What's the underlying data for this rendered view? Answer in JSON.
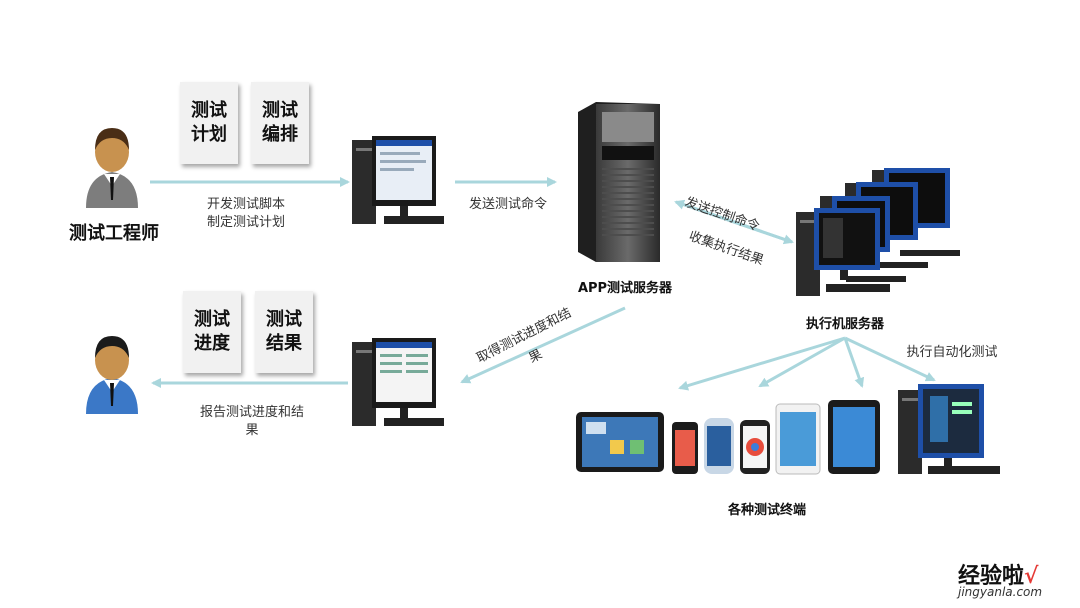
{
  "actors": {
    "engineer_label": "测试工程师",
    "engineer_label_2": "师"
  },
  "notes": {
    "plan": "测试计划",
    "arrange": "测试编排",
    "progress": "测试进度",
    "result": "测试结果"
  },
  "nodes": {
    "app_server": "APP测试服务器",
    "exec_server": "执行机服务器",
    "terminals": "各种测试终端"
  },
  "edges": {
    "develop_script": "开发测试脚本",
    "make_plan": "制定测试计划",
    "send_command": "发送测试命令",
    "send_control": "发送控制命令",
    "collect_results": "收集执行结果",
    "get_progress": "取得测试进度和结",
    "get_progress_2": "果",
    "run_auto_test": "执行自动化测试",
    "report": "报告测试进度和结",
    "report_2": "果"
  },
  "watermark": {
    "brand": "经验啦",
    "check": "√",
    "url": "jingyanla.com"
  },
  "colors": {
    "arrow": "#a9d6dc",
    "skin": "#c8924f",
    "suit_gray": "#7d7d7d",
    "suit_blue": "#3b78c7",
    "monitor_screen": "#1e4fa8"
  }
}
